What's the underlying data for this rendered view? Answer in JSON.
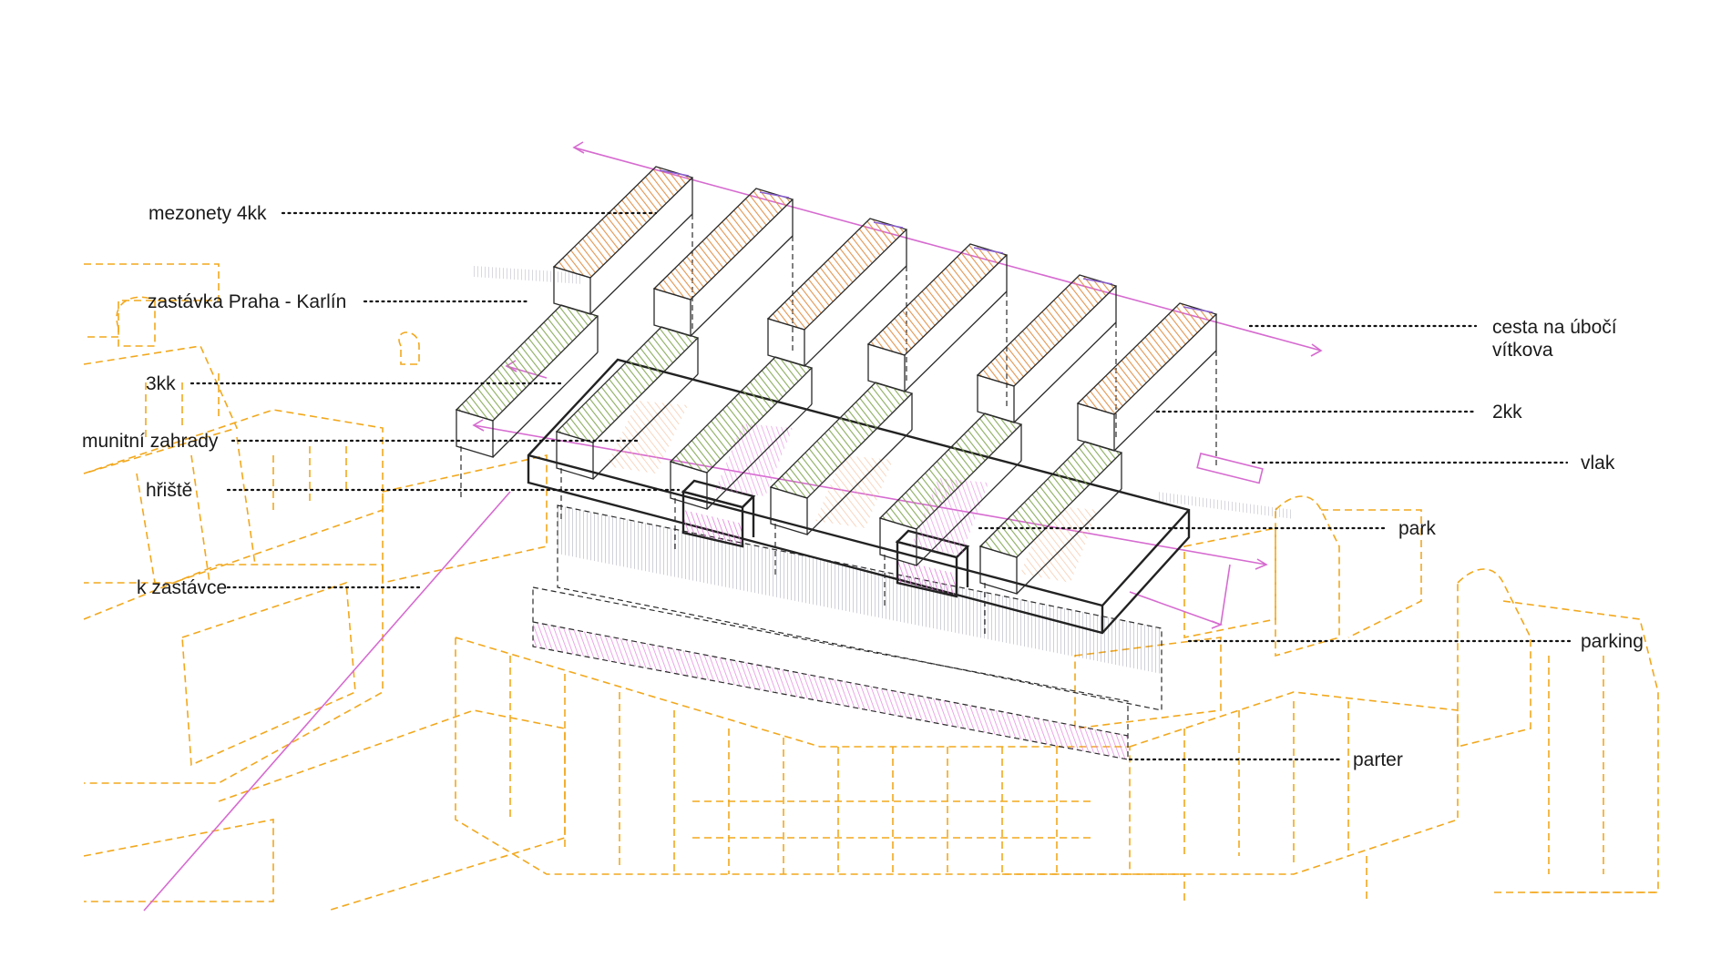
{
  "labels": {
    "mezonety": "mezonety 4kk",
    "zastavka": "zastávka Praha - Karlín",
    "kk3": "3kk",
    "zahrady": "munitní zahrady",
    "hriste": "hřiště",
    "kzastavce": "k zastávce",
    "cesta_line1": "cesta na úbočí",
    "cesta_line2": "vítkova",
    "kk2": "2kk",
    "vlak": "vlak",
    "park": "park",
    "parking": "parking",
    "parter": "parter"
  },
  "colors": {
    "context": "#f2a81d",
    "accent": "#d66bd0",
    "upper_volume": "#c9713a",
    "lower_volume": "#7ea049",
    "outline": "#2b2b2b"
  }
}
